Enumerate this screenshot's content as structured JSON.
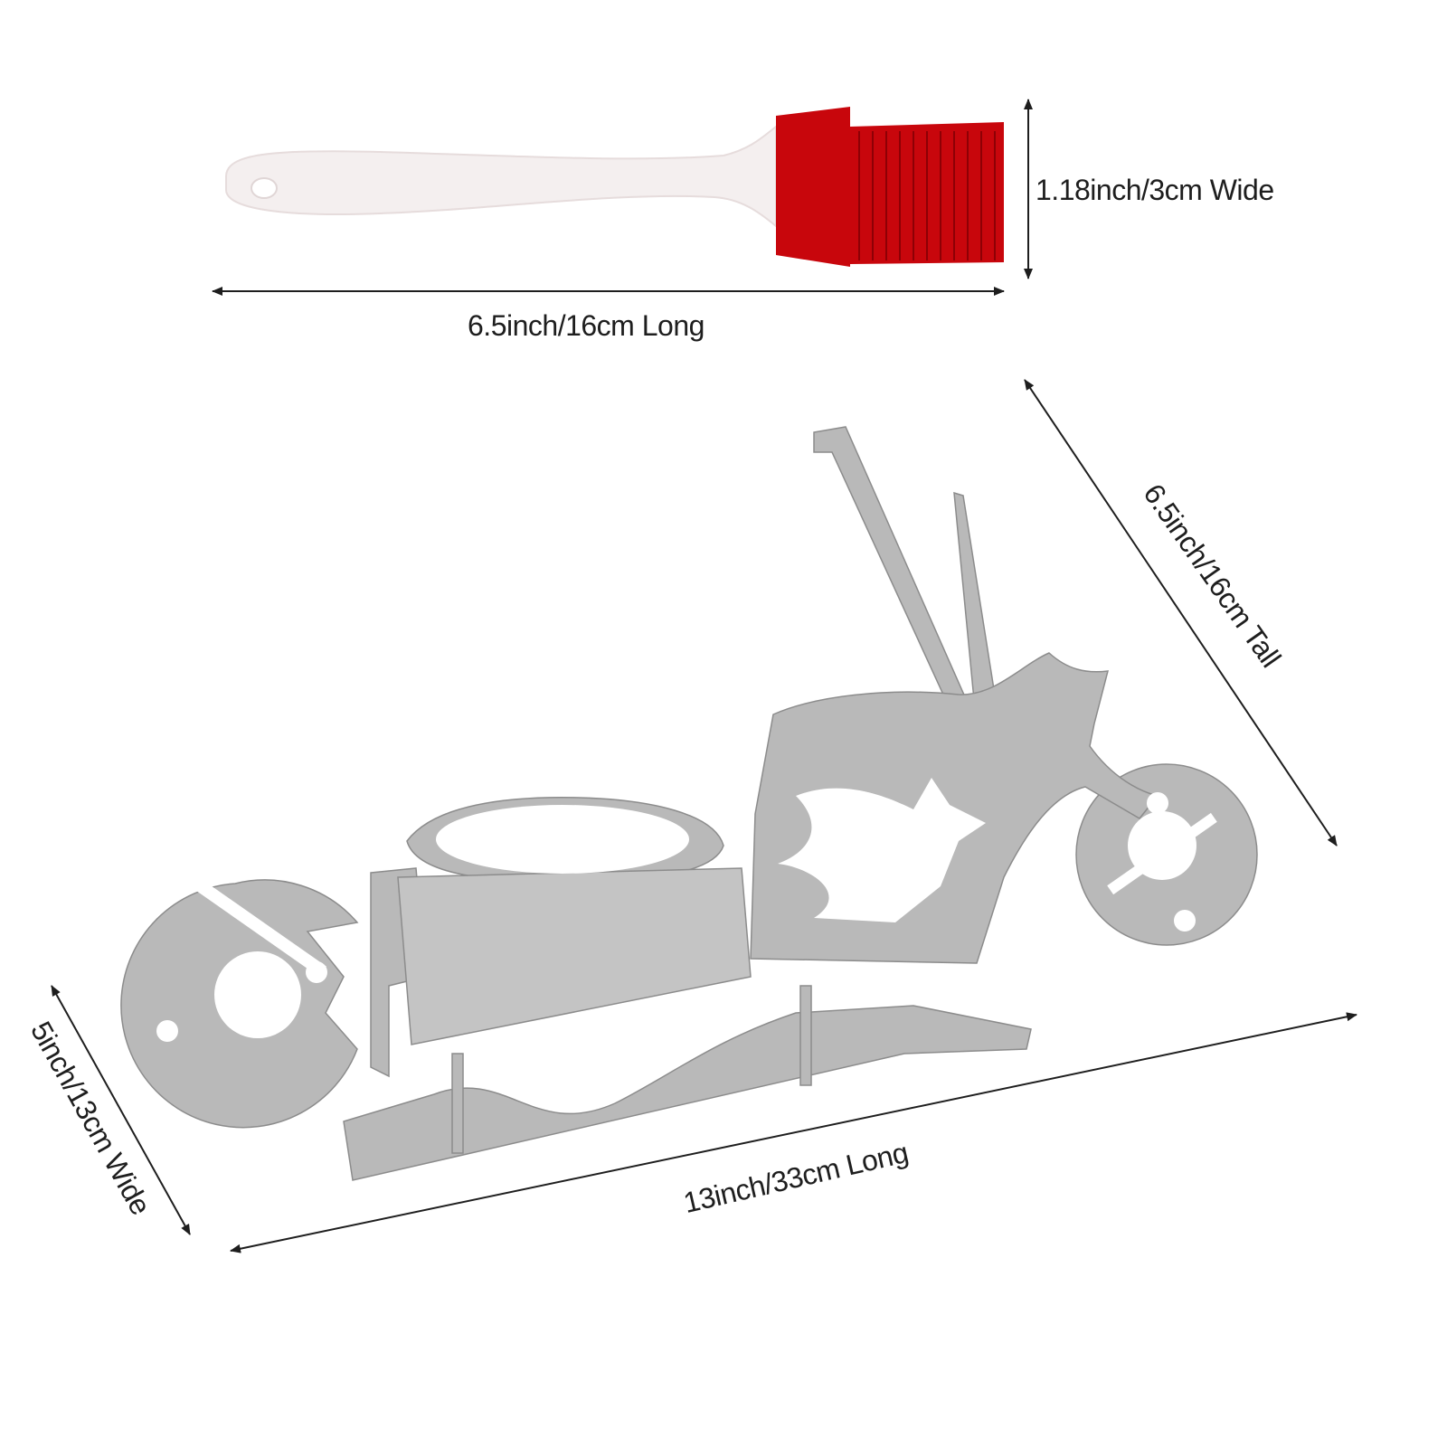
{
  "colors": {
    "brush_head": "#c8060c",
    "metal": "#b9b9b9",
    "handle": "#f4efef",
    "text": "#1e1e1e"
  },
  "brush": {
    "width_label": "1.18inch/3cm Wide",
    "length_label": "6.5inch/16cm Long"
  },
  "rack": {
    "height_label": "6.5inch/16cm Tall",
    "width_label": "5inch/13cm Wide",
    "length_label": "13inch/33cm Long"
  }
}
